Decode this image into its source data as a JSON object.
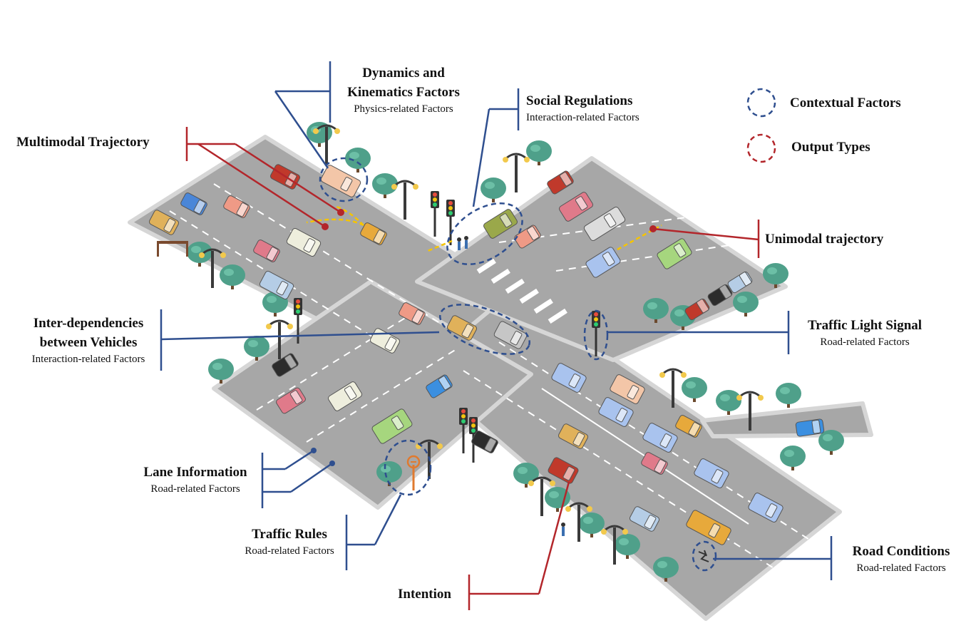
{
  "legend": {
    "contextual": {
      "label": "Contextual Factors",
      "color": "#2f4f8f"
    },
    "output": {
      "label": "Output Types",
      "color": "#b3262b"
    }
  },
  "labels": {
    "dynamics": {
      "title_line1": "Dynamics and",
      "title_line2": "Kinematics Factors",
      "subtitle": "Physics-related Factors"
    },
    "social": {
      "title": "Social Regulations",
      "subtitle": "Interaction-related Factors"
    },
    "multimodal": {
      "title": "Multimodal Trajectory"
    },
    "unimodal": {
      "title": "Unimodal trajectory"
    },
    "interdep": {
      "title_line1": "Inter-dependencies",
      "title_line2": "between Vehicles",
      "subtitle": "Interaction-related Factors"
    },
    "traffic_light": {
      "title": "Traffic Light Signal",
      "subtitle": "Road-related Factors"
    },
    "lane": {
      "title": "Lane Information",
      "subtitle": "Road-related Factors"
    },
    "traffic_rules": {
      "title": "Traffic Rules",
      "subtitle": "Road-related Factors"
    },
    "road_conditions": {
      "title": "Road Conditions",
      "subtitle": "Road-related Factors"
    },
    "intention": {
      "title": "Intention"
    }
  },
  "colors": {
    "road": "#a7a7a7",
    "road_edge": "#d6d6d6",
    "lane_mark": "#ffffff",
    "tree_canopy": "#4fa08a",
    "trajectory": "#f5c400",
    "contextual_line": "#2f4f8f",
    "output_line": "#b3262b"
  }
}
